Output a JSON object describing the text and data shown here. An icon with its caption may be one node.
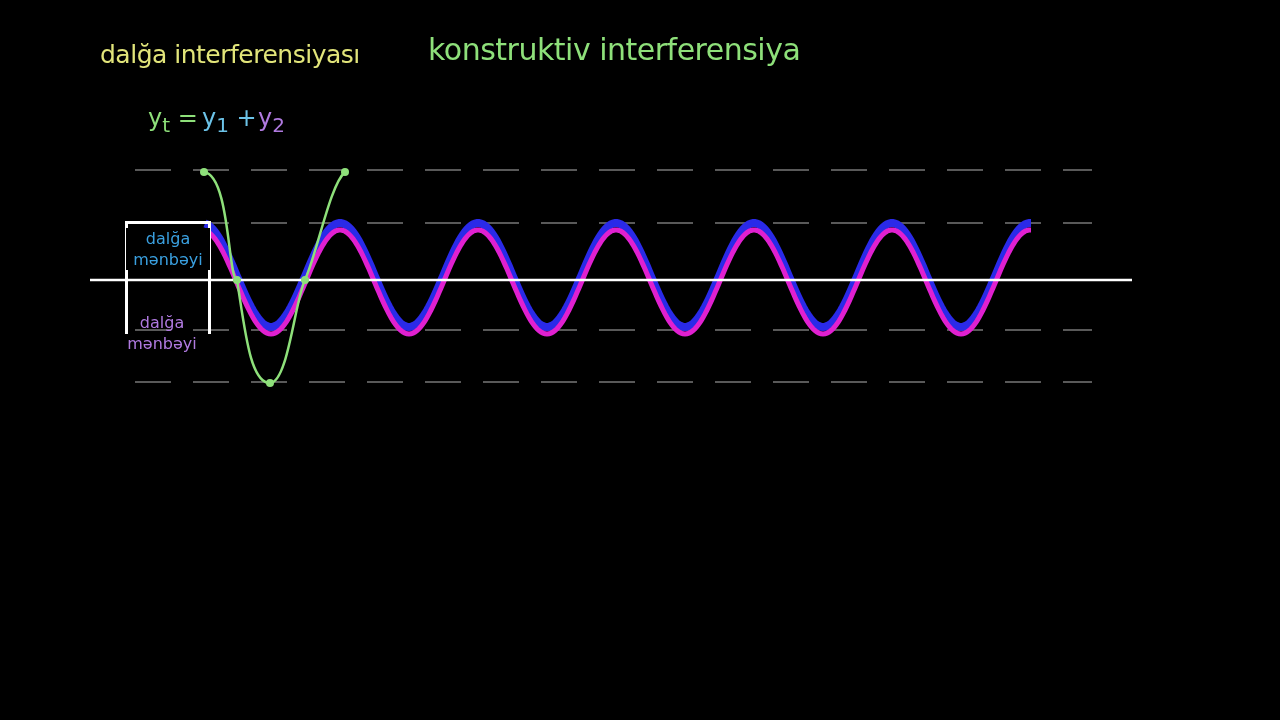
{
  "diagram": {
    "title": "dalğa interferensiyası",
    "nodes": [
      {
        "text": [
          "dalğa mənbəyi",
          "dalğa mənbəyi"
        ]
      }
    ],
    "edges": [],
    "labels": [
      "konstruktiv interferensiya",
      "y$_{t}$ =",
      "y$_{1}$ +",
      "y$_{2}$"
    ]
  }
}
